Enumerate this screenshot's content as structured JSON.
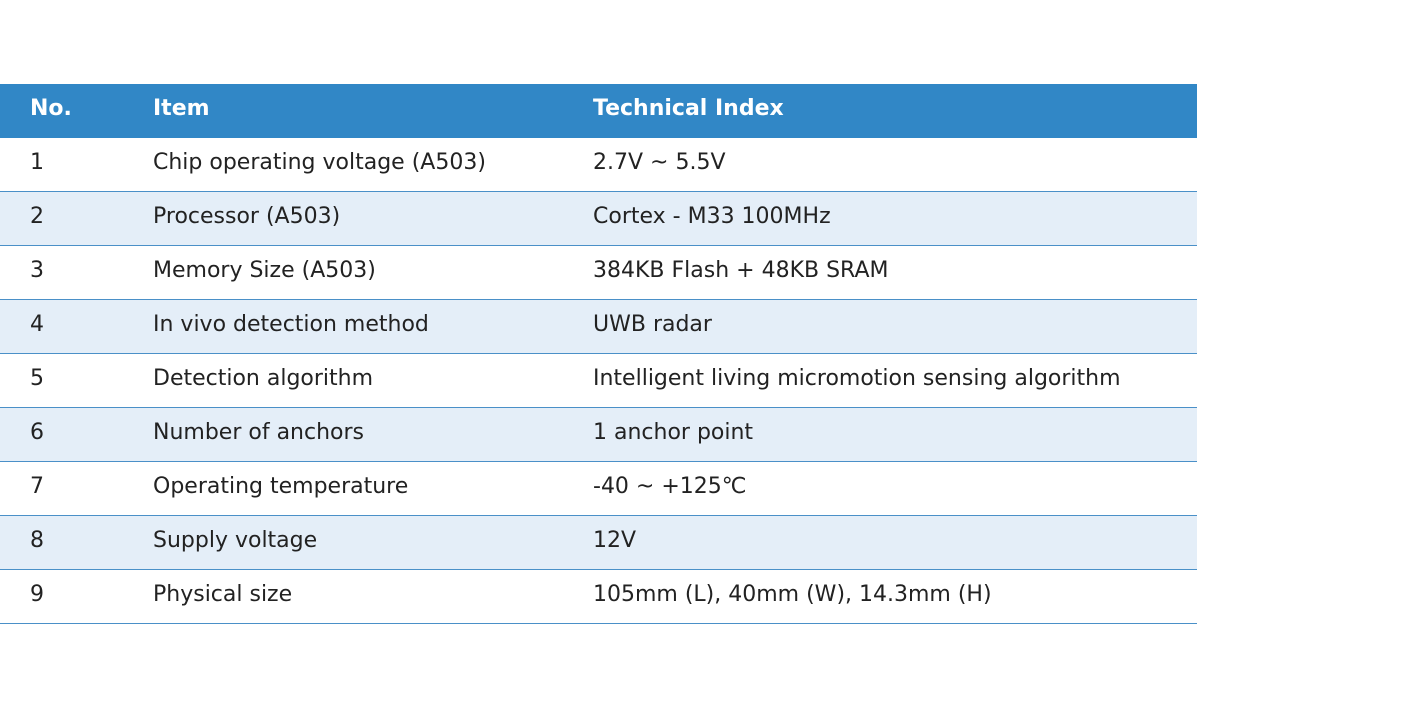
{
  "table": {
    "headers": {
      "no": "No.",
      "item": "Item",
      "index": "Technical Index"
    },
    "rows": [
      {
        "no": "1",
        "item": "Chip operating voltage (A503)",
        "index": "2.7V ~ 5.5V"
      },
      {
        "no": "2",
        "item": "Processor (A503)",
        "index": "Cortex - M33 100MHz"
      },
      {
        "no": "3",
        "item": "Memory Size (A503)",
        "index": "384KB Flash + 48KB SRAM"
      },
      {
        "no": "4",
        "item": "In vivo detection method",
        "index": "UWB radar"
      },
      {
        "no": "5",
        "item": "Detection algorithm",
        "index": "Intelligent living micromotion sensing algorithm"
      },
      {
        "no": "6",
        "item": "Number of anchors",
        "index": "1 anchor point"
      },
      {
        "no": "7",
        "item": "Operating temperature",
        "index": "-40 ~ +125℃"
      },
      {
        "no": "8",
        "item": "Supply voltage",
        "index": "12V"
      },
      {
        "no": "9",
        "item": "Physical size",
        "index": "105mm (L), 40mm (W), 14.3mm (H)"
      }
    ]
  },
  "colors": {
    "header_bg": "#3187c6",
    "alt_row_bg": "#e4eef8",
    "divider": "#4a90c8"
  }
}
